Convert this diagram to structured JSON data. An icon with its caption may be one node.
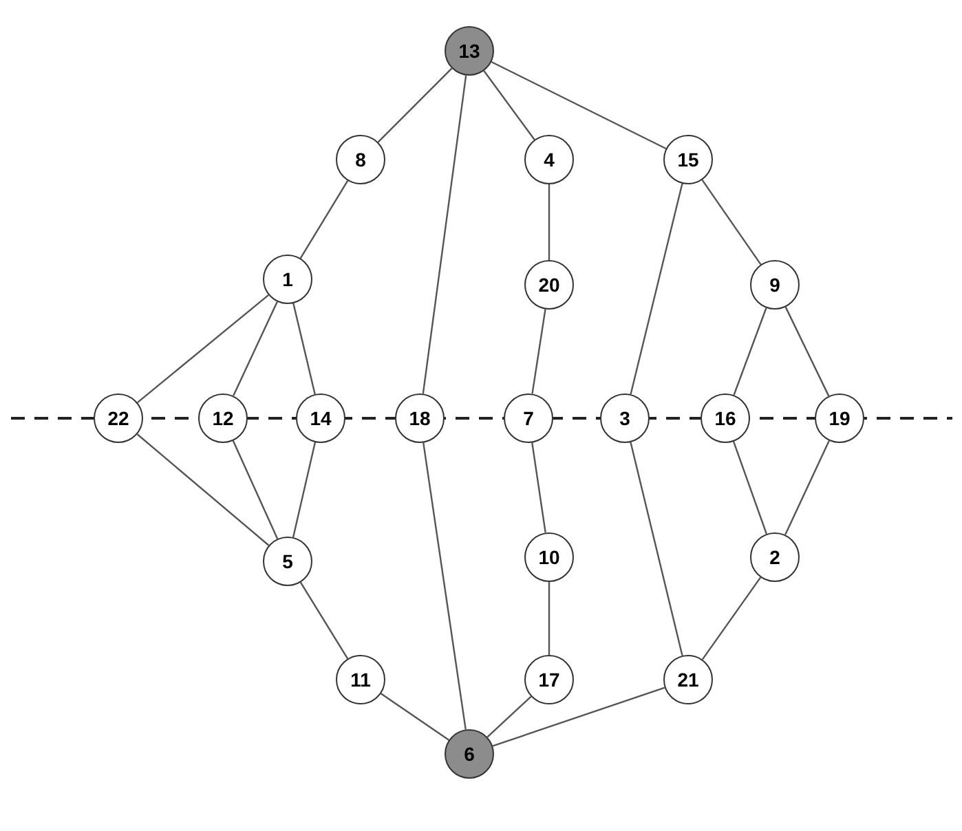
{
  "diagram": {
    "nodes": [
      {
        "text": [
          "13"
        ]
      },
      {
        "text": [
          "8"
        ]
      },
      {
        "text": [
          "4"
        ]
      },
      {
        "text": [
          "15"
        ]
      },
      {
        "text": [
          "1"
        ]
      },
      {
        "text": [
          "20"
        ]
      },
      {
        "text": [
          "9"
        ]
      },
      {
        "text": [
          "22"
        ]
      },
      {
        "text": [
          "12"
        ]
      },
      {
        "text": [
          "14"
        ]
      },
      {
        "text": [
          "18"
        ]
      },
      {
        "text": [
          "7"
        ]
      },
      {
        "text": [
          "3"
        ]
      },
      {
        "text": [
          "16"
        ]
      },
      {
        "text": [
          "19"
        ]
      },
      {
        "text": [
          "5"
        ]
      },
      {
        "text": [
          "10"
        ]
      },
      {
        "text": [
          "2"
        ]
      },
      {
        "text": [
          "11"
        ]
      },
      {
        "text": [
          "17"
        ]
      },
      {
        "text": [
          "21"
        ]
      },
      {
        "text": [
          "6"
        ]
      }
    ],
    "edges": [
      {
        "from": 0,
        "to": 1,
        "arrow": "none"
      },
      {
        "from": 0,
        "to": 10,
        "arrow": "none"
      },
      {
        "from": 0,
        "to": 2,
        "arrow": "none"
      },
      {
        "from": 0,
        "to": 3,
        "arrow": "none"
      },
      {
        "from": 1,
        "to": 4,
        "arrow": "none"
      },
      {
        "from": 2,
        "to": 5,
        "arrow": "none"
      },
      {
        "from": 5,
        "to": 11,
        "arrow": "none"
      },
      {
        "from": 11,
        "to": 16,
        "arrow": "none"
      },
      {
        "from": 16,
        "to": 19,
        "arrow": "none"
      },
      {
        "from": 19,
        "to": 21,
        "arrow": "none"
      },
      {
        "from": 3,
        "to": 12,
        "arrow": "none"
      },
      {
        "from": 3,
        "to": 6,
        "arrow": "none"
      },
      {
        "from": 4,
        "to": 7,
        "arrow": "none"
      },
      {
        "from": 4,
        "to": 8,
        "arrow": "none"
      },
      {
        "from": 4,
        "to": 9,
        "arrow": "none"
      },
      {
        "from": 7,
        "to": 15,
        "arrow": "none"
      },
      {
        "from": 8,
        "to": 15,
        "arrow": "none"
      },
      {
        "from": 9,
        "to": 15,
        "arrow": "none"
      },
      {
        "from": 15,
        "to": 18,
        "arrow": "none"
      },
      {
        "from": 18,
        "to": 21,
        "arrow": "none"
      },
      {
        "from": 10,
        "to": 21,
        "arrow": "none"
      },
      {
        "from": 12,
        "to": 20,
        "arrow": "none"
      },
      {
        "from": 20,
        "to": 21,
        "arrow": "none"
      },
      {
        "from": 6,
        "to": 13,
        "arrow": "none"
      },
      {
        "from": 6,
        "to": 14,
        "arrow": "none"
      },
      {
        "from": 13,
        "to": 17,
        "arrow": "none"
      },
      {
        "from": 14,
        "to": 17,
        "arrow": "none"
      },
      {
        "from": 17,
        "to": 20,
        "arrow": "none"
      }
    ]
  }
}
